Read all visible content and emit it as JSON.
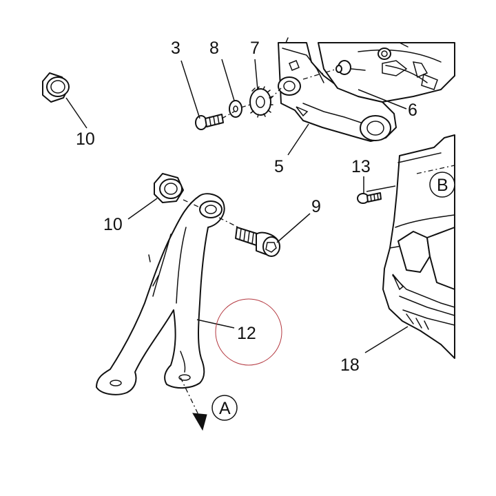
{
  "diagram": {
    "callouts": [
      {
        "id": "c3",
        "text": "3"
      },
      {
        "id": "c8",
        "text": "8"
      },
      {
        "id": "c7",
        "text": "7"
      },
      {
        "id": "c6",
        "text": "6"
      },
      {
        "id": "c5",
        "text": "5"
      },
      {
        "id": "c10a",
        "text": "10"
      },
      {
        "id": "c10b",
        "text": "10"
      },
      {
        "id": "c9",
        "text": "9"
      },
      {
        "id": "c13",
        "text": "13"
      },
      {
        "id": "cB",
        "text": "B"
      },
      {
        "id": "c12",
        "text": "12"
      },
      {
        "id": "cA",
        "text": "A"
      },
      {
        "id": "c18",
        "text": "18"
      }
    ],
    "highlight_color": "#b3363e",
    "line_color": "#111111"
  }
}
